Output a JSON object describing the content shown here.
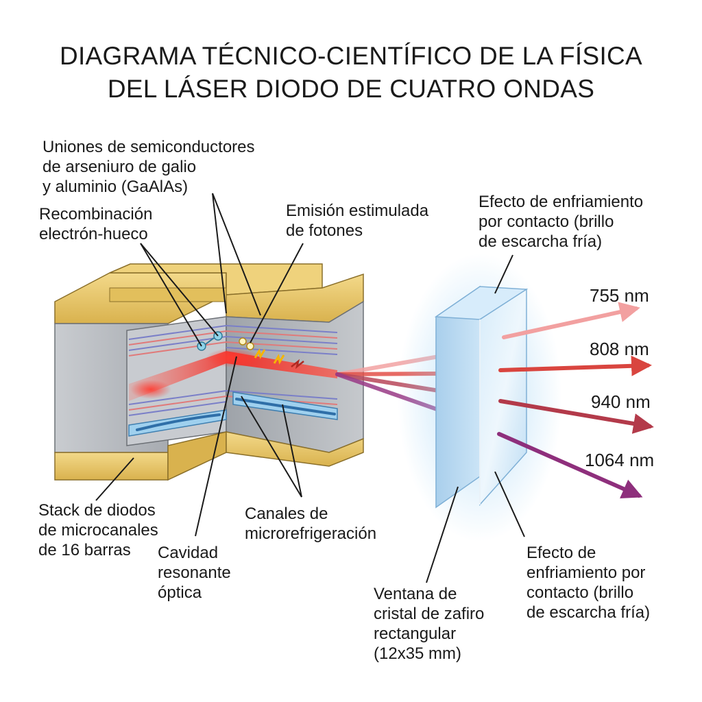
{
  "title": {
    "line1": "DIAGRAMA TÉCNICO-CIENTÍFICO DE LA FÍSICA",
    "line2": "DEL LÁSER DIODO DE CUATRO ONDAS"
  },
  "labels": {
    "junctions": [
      "Uniones de semiconductores",
      "de arseniuro de galio",
      "y aluminio (GaAlAs)"
    ],
    "recombination": [
      "Recombinación",
      "electrón-hueco"
    ],
    "emission": [
      "Emisión estimulada",
      "de fotones"
    ],
    "cooling_top": [
      "Efecto de enfriamiento",
      "por contacto (brillo",
      "de escarcha fría)"
    ],
    "stack": [
      "Stack de diodos",
      "de microcanales",
      "de 16 barras"
    ],
    "cavity": [
      "Cavidad",
      "resonante",
      "óptica"
    ],
    "channels": [
      "Canales de",
      "microrefrigeración"
    ],
    "window": [
      "Ventana de",
      "cristal de zafiro",
      "rectangular",
      "(12x35 mm)"
    ],
    "cooling_bottom": [
      "Efecto de",
      "enfriamiento por",
      "contacto (brillo",
      "de escarcha fría)"
    ]
  },
  "wavelengths": [
    {
      "label": "755 nm",
      "color": "#f2a0a0"
    },
    {
      "label": "808 nm",
      "color": "#d9453f"
    },
    {
      "label": "940 nm",
      "color": "#b33a4a"
    },
    {
      "label": "1064 nm",
      "color": "#8e2f7c"
    }
  ],
  "colors": {
    "gold": "#e8c766",
    "steel": "#b4b8bd",
    "laser": "#e8322b",
    "glass": "#bfe0f6",
    "coolant": "#9fd0ee"
  }
}
